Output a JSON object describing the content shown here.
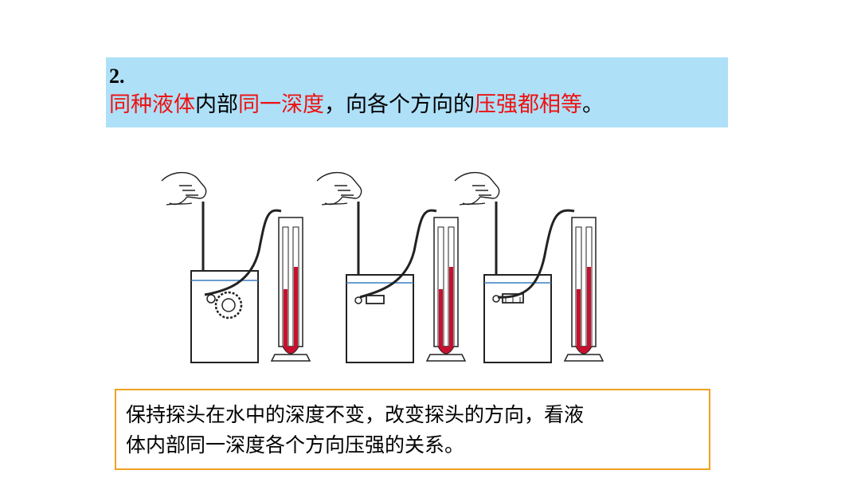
{
  "banner": {
    "number": "2.",
    "statement": [
      {
        "text": "同种液体",
        "highlight": true
      },
      {
        "text": "内部",
        "highlight": false
      },
      {
        "text": "同一深度",
        "highlight": true
      },
      {
        "text": "，向各个方向的",
        "highlight": false
      },
      {
        "text": "压强都相等",
        "highlight": true
      },
      {
        "text": "。",
        "highlight": false
      }
    ],
    "background_color": "#aee0f8",
    "highlight_color": "#ee1111"
  },
  "figure": {
    "setups": [
      {
        "probe_direction": "side"
      },
      {
        "probe_direction": "up"
      },
      {
        "probe_direction": "down"
      }
    ],
    "liquid_color": "#c8102e"
  },
  "caption": {
    "line1": "保持探头在水中的深度不变，改变探头的方向，看液",
    "line2": "体内部同一深度各个方向压强的关系。",
    "border_color": "#f0a020"
  }
}
